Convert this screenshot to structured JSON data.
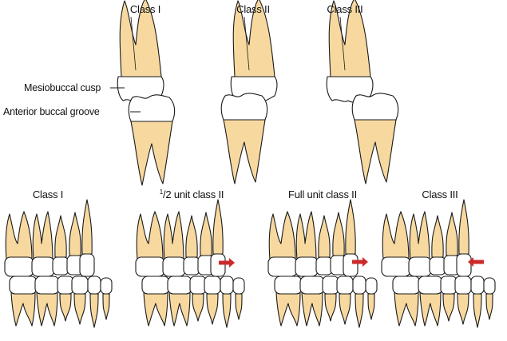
{
  "colors": {
    "root": "#f7d9a0",
    "crown": "#ffffff",
    "outline": "#1a1a1a",
    "arrow": "#cc2a2a"
  },
  "top_row": {
    "titles": [
      "Class I",
      "Class II",
      "Class III"
    ],
    "annotations": {
      "mesiobuccal_cusp": "Mesiobuccal cusp",
      "anterior_buccal_groove": "Anterior buccal groove"
    }
  },
  "bottom_row": {
    "panels": [
      {
        "title": "Class I",
        "arrow": "none"
      },
      {
        "title_sup": "1",
        "title_main": "/2 unit class II",
        "arrow": "right"
      },
      {
        "title": "Full unit class II",
        "arrow": "right"
      },
      {
        "title": "Class III",
        "arrow": "left"
      }
    ]
  }
}
